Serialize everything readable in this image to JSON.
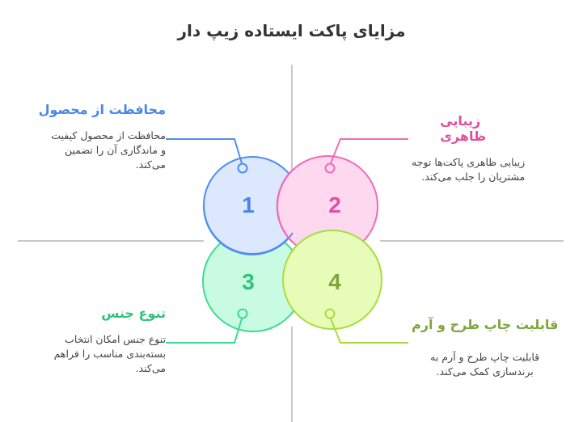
{
  "title": "مزایای پاکت ایستاده زیپ دار",
  "items": [
    {
      "number": "1",
      "heading": "محافظت از محصول",
      "lines": [
        "محافظت از محصول کیفیت",
        "و ماندگاری آن را تضمین",
        "می‌کند."
      ],
      "color": "#4f8df0",
      "fill": "#dbe8fd",
      "text_color": "#4a86e8"
    },
    {
      "number": "2",
      "heading": "زیبایی ظاهری",
      "lines": [
        "زیبایی ظاهری پاکت‌ها توجه",
        "مشتریان را جلب می‌کند."
      ],
      "color": "#f06bb8",
      "fill": "#fdd8ee",
      "text_color": "#e0509f"
    },
    {
      "number": "3",
      "heading": "تنوع جنس",
      "lines": [
        "تنوع جنس امکان انتخاب",
        "بسته‌بندی مناسب را فراهم",
        "می‌کند."
      ],
      "color": "#3ddc8f",
      "fill": "#c9fbe3",
      "text_color": "#33c27c"
    },
    {
      "number": "4",
      "heading": "قابلیت چاپ طرح و آرم",
      "lines": [
        "قابلیت چاپ طرح و آرم به",
        "برندسازی کمک می‌کند."
      ],
      "color": "#a8de3c",
      "fill": "#e8fcb9",
      "text_color": "#7da63a"
    }
  ]
}
